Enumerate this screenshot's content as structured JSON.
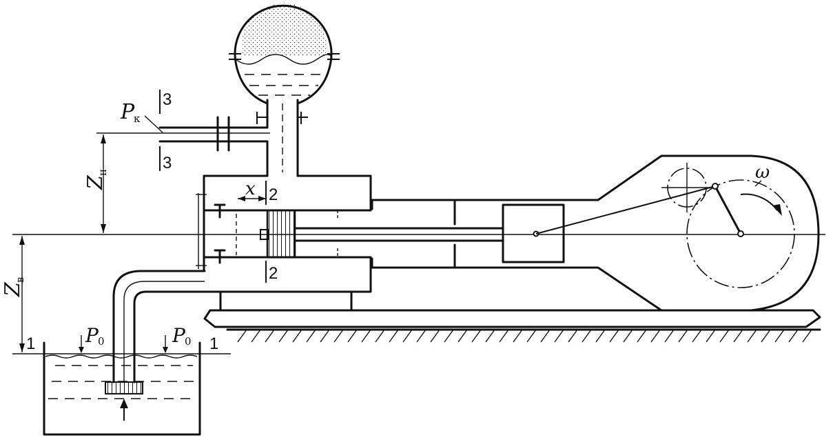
{
  "labels": {
    "pk": "P",
    "pk_sub": "к",
    "p0_left": "P",
    "p0_left_sub": "0",
    "p0_right": "P",
    "p0_right_sub": "0",
    "zn": "Z",
    "zn_sub": "н",
    "zv": "Z",
    "zv_sub": "в",
    "x": "x",
    "omega": "ω",
    "sec1_left": "1",
    "sec1_right": "1",
    "sec2_top": "2",
    "sec2_bottom": "2",
    "sec3_top": "3",
    "sec3_bottom": "3"
  }
}
